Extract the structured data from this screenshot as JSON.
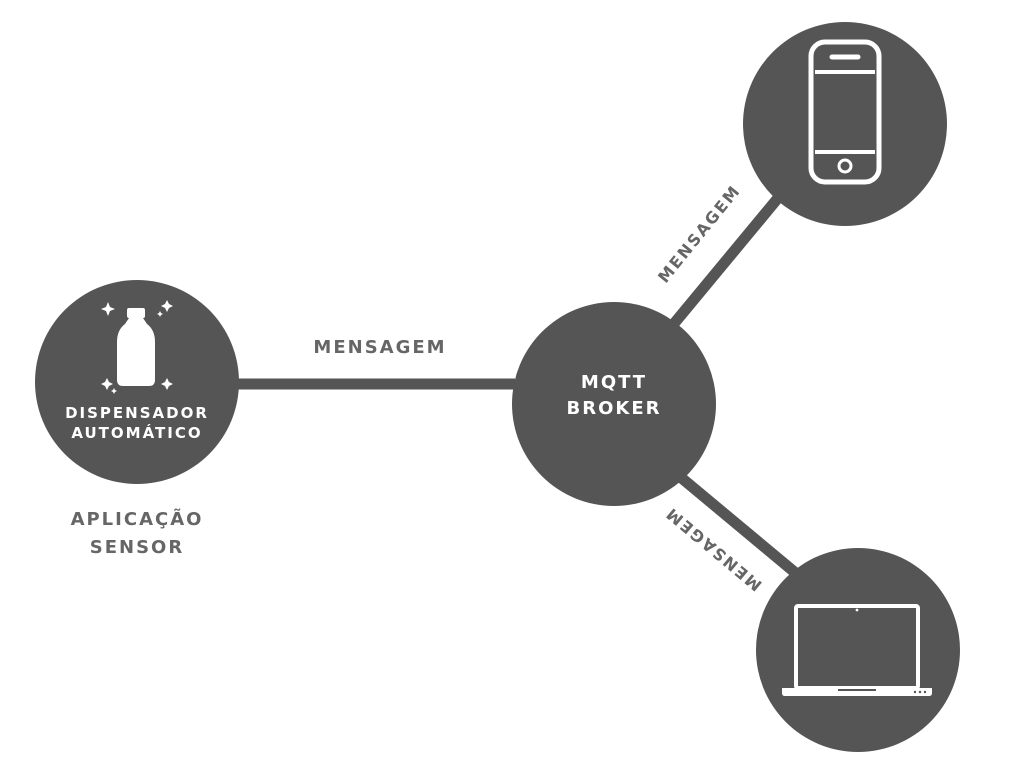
{
  "colors": {
    "node": "#555555",
    "edge": "#555555",
    "label": "#666666",
    "background": "#ffffff",
    "icon": "#ffffff"
  },
  "nodes": {
    "dispenser": {
      "title_line1": "DISPENSADOR",
      "title_line2": "AUTOMÁTICO",
      "icon": "bottle-sparkle-icon"
    },
    "broker": {
      "title_line1": "MQTT",
      "title_line2": "BROKER"
    },
    "phone": {
      "icon": "smartphone-icon"
    },
    "laptop": {
      "icon": "laptop-icon"
    }
  },
  "edges": {
    "dispenser_broker": {
      "label": "MENSAGEM"
    },
    "broker_phone": {
      "label": "MENSAGEM"
    },
    "broker_laptop": {
      "label": "MENSAGEM"
    }
  },
  "caption": {
    "line1": "APLICAÇÃO",
    "line2": "SENSOR"
  }
}
